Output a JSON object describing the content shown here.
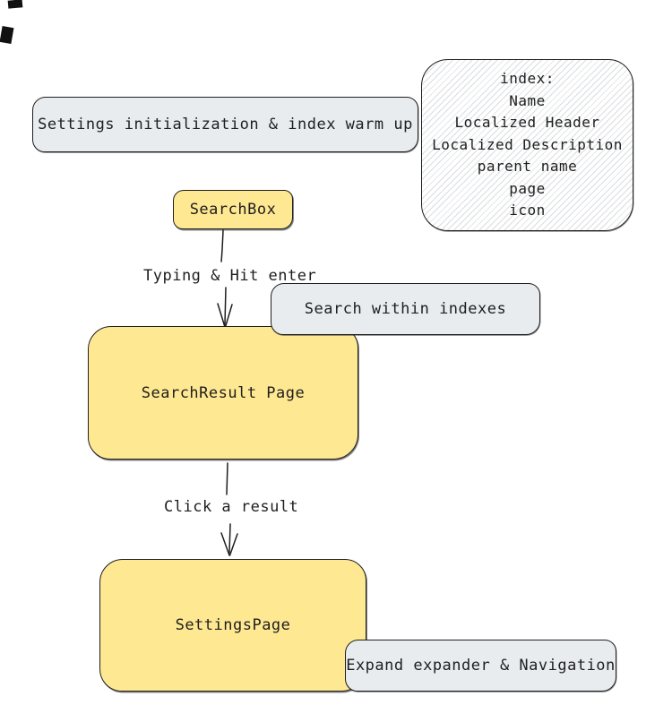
{
  "colors": {
    "yellow_fill": "#ffe892",
    "gray_fill": "#e9ecef",
    "stroke": "#1e1e1e",
    "hatch_line": "#dadde0",
    "artifact": "#111111"
  },
  "nodes": {
    "settings_init": {
      "label": "Settings initialization & index warm up"
    },
    "index_note": {
      "lines": [
        "index:",
        "Name",
        "Localized Header",
        "Localized Description",
        "parent name",
        "page",
        "icon"
      ]
    },
    "search_box": {
      "label": "SearchBox"
    },
    "search_within": {
      "label": "Search within indexes"
    },
    "search_result": {
      "label": "SearchResult Page"
    },
    "settings_page": {
      "label": "SettingsPage"
    },
    "expand_nav": {
      "label": "Expand expander & Navigation"
    }
  },
  "edges": {
    "typing": {
      "label": "Typing & Hit enter"
    },
    "click": {
      "label": "Click a result"
    }
  }
}
